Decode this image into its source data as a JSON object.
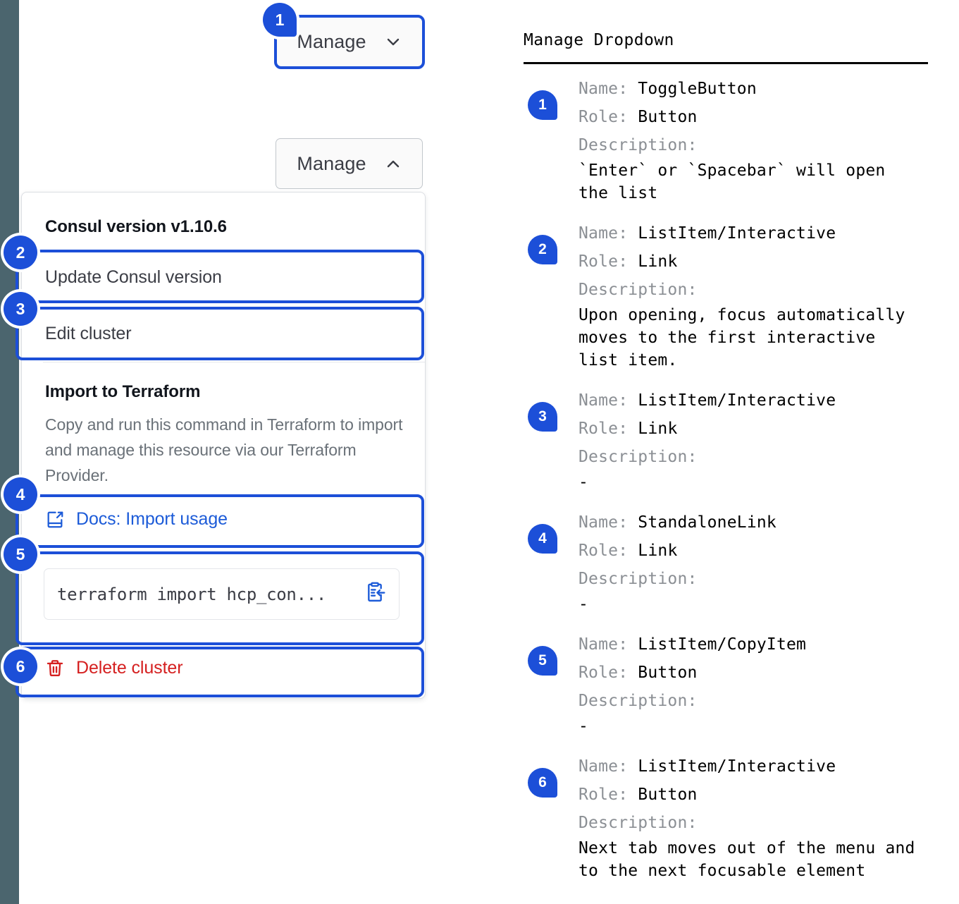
{
  "rail": {
    "color": "#4b656e"
  },
  "accent": {
    "blue": "#1c4fd8",
    "link": "#1c5bd8",
    "danger": "#d52020"
  },
  "mock": {
    "toggle_closed_label": "Manage",
    "toggle_closed_icon": "chevron-down-icon",
    "toggle_open_label": "Manage",
    "toggle_open_icon": "chevron-up-icon",
    "dropdown": {
      "version_header": "Consul version v1.10.6",
      "update_item": "Update Consul version",
      "edit_item": "Edit cluster",
      "terraform_title": "Import to Terraform",
      "terraform_body": "Copy and run this command in Terraform to import and manage this resource via our Terraform Provider.",
      "docs_link": "Docs: Import usage",
      "docs_icon": "docs-external-link-icon",
      "code_value": "terraform import hcp_con...",
      "copy_icon": "copy-to-clipboard-icon",
      "delete_item": "Delete cluster",
      "delete_icon": "trash-icon"
    },
    "pins": [
      "1",
      "2",
      "3",
      "4",
      "5",
      "6"
    ]
  },
  "notes": {
    "title": "Manage Dropdown",
    "label_name": "Name:",
    "label_role": "Role:",
    "label_description": "Description:",
    "items": [
      {
        "num": "1",
        "name": "ToggleButton",
        "role": "Button",
        "description": "`Enter` or `Spacebar` will open\nthe list"
      },
      {
        "num": "2",
        "name": "ListItem/Interactive",
        "role": "Link",
        "description": "Upon opening, focus automatically\nmoves to the first interactive\nlist item."
      },
      {
        "num": "3",
        "name": "ListItem/Interactive",
        "role": "Link",
        "description": "-"
      },
      {
        "num": "4",
        "name": "StandaloneLink",
        "role": "Link",
        "description": "-"
      },
      {
        "num": "5",
        "name": "ListItem/CopyItem",
        "role": "Button",
        "description": "-"
      },
      {
        "num": "6",
        "name": "ListItem/Interactive",
        "role": "Button",
        "description": "Next tab moves out of the menu and\nto the next focusable element"
      }
    ]
  }
}
